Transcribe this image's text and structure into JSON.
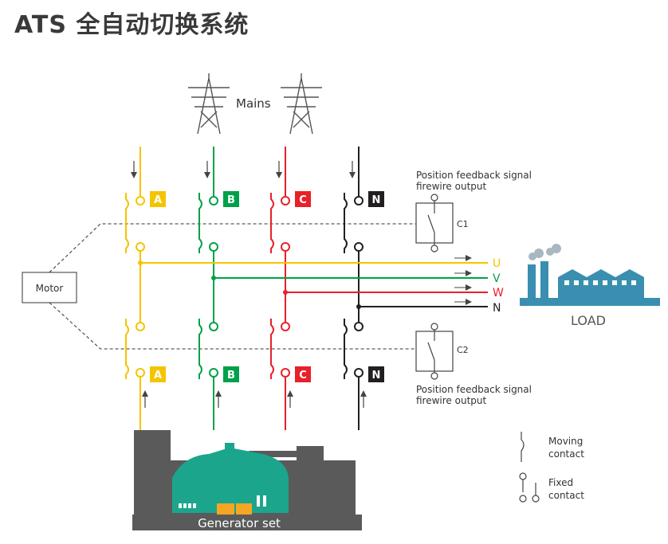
{
  "title": "ATS 全自动切换系统",
  "mains_label": "Mains",
  "motor_label": "Motor",
  "load_label": "LOAD",
  "generator_label": "Generator set",
  "feedback_top": {
    "line1": "Position feedback signal",
    "line2": "firewire output",
    "contact": "C1"
  },
  "feedback_bottom": {
    "line1": "Position feedback signal",
    "line2": "firewire output",
    "contact": "C2"
  },
  "phases_top": [
    "A",
    "B",
    "C",
    "N"
  ],
  "phases_bottom": [
    "A",
    "B",
    "C",
    "N"
  ],
  "outputs": [
    "U",
    "V",
    "W",
    "N"
  ],
  "legend": {
    "moving_line1": "Moving",
    "moving_line2": "contact",
    "fixed_line1": "Fixed",
    "fixed_line2": "contact"
  },
  "colors": {
    "phase_a": "#f5c400",
    "phase_b": "#00a04a",
    "phase_c": "#e8202a",
    "neutral": "#231f20",
    "engine": "#1aa58c",
    "frame": "#5a5a5a",
    "factory": "#3a8fb0"
  }
}
